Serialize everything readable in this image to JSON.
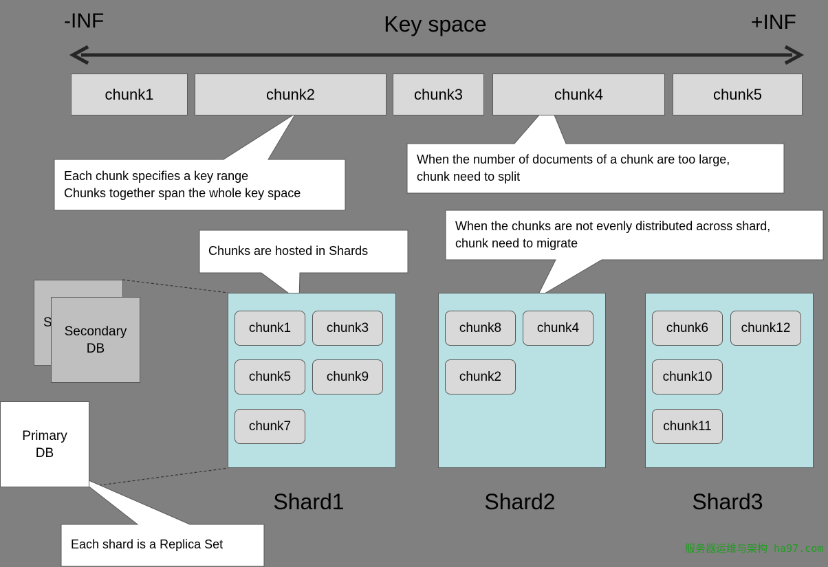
{
  "keyspace": {
    "title": "Key space",
    "min_label": "-INF",
    "max_label": "+INF"
  },
  "top_chunks": [
    "chunk1",
    "chunk2",
    "chunk3",
    "chunk4",
    "chunk5"
  ],
  "callouts": {
    "key_range": [
      "Each chunk specifies a key range",
      "Chunks together span the whole key space"
    ],
    "split": [
      "When the number  of documents of a chunk are too large,",
      "chunk need to split"
    ],
    "hosted": "Chunks  are hosted in Shards",
    "migrate": [
      "When the chunks  are not evenly distributed across shard,",
      "chunk need to migrate"
    ],
    "replica": "Each shard is a Replica Set"
  },
  "shards": [
    {
      "name": "Shard1",
      "chunks": [
        "chunk1",
        "chunk3",
        "chunk5",
        "chunk9",
        "chunk7"
      ]
    },
    {
      "name": "Shard2",
      "chunks": [
        "chunk8",
        "chunk4",
        "chunk2"
      ]
    },
    {
      "name": "Shard3",
      "chunks": [
        "chunk6",
        "chunk12",
        "chunk10",
        "chunk11"
      ]
    }
  ],
  "replica_set": {
    "back_partial": "S",
    "secondary": [
      "Secondary",
      "DB"
    ],
    "primary": [
      "Primary",
      "DB"
    ]
  },
  "watermark": "服务器运维与架构 ha97.com"
}
